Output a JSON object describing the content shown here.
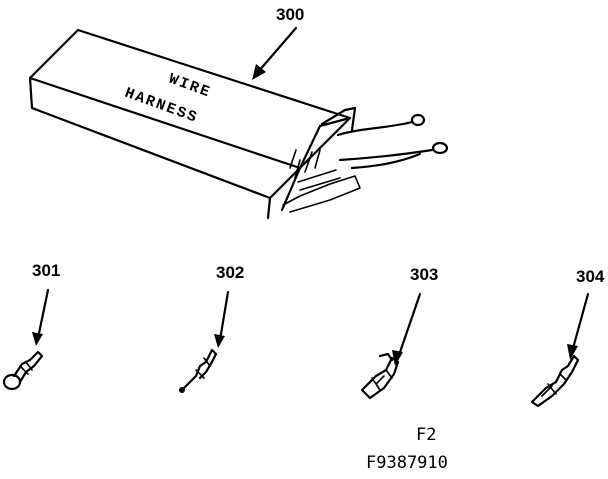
{
  "parts": {
    "kit": {
      "number": "300",
      "box_text_line1": "WIRE",
      "box_text_line2": "HARNESS"
    },
    "terminal_1": {
      "number": "301"
    },
    "terminal_2": {
      "number": "302"
    },
    "terminal_3": {
      "number": "303"
    },
    "terminal_4": {
      "number": "304"
    }
  },
  "footer": {
    "figure": "F2",
    "code": "F9387910"
  }
}
